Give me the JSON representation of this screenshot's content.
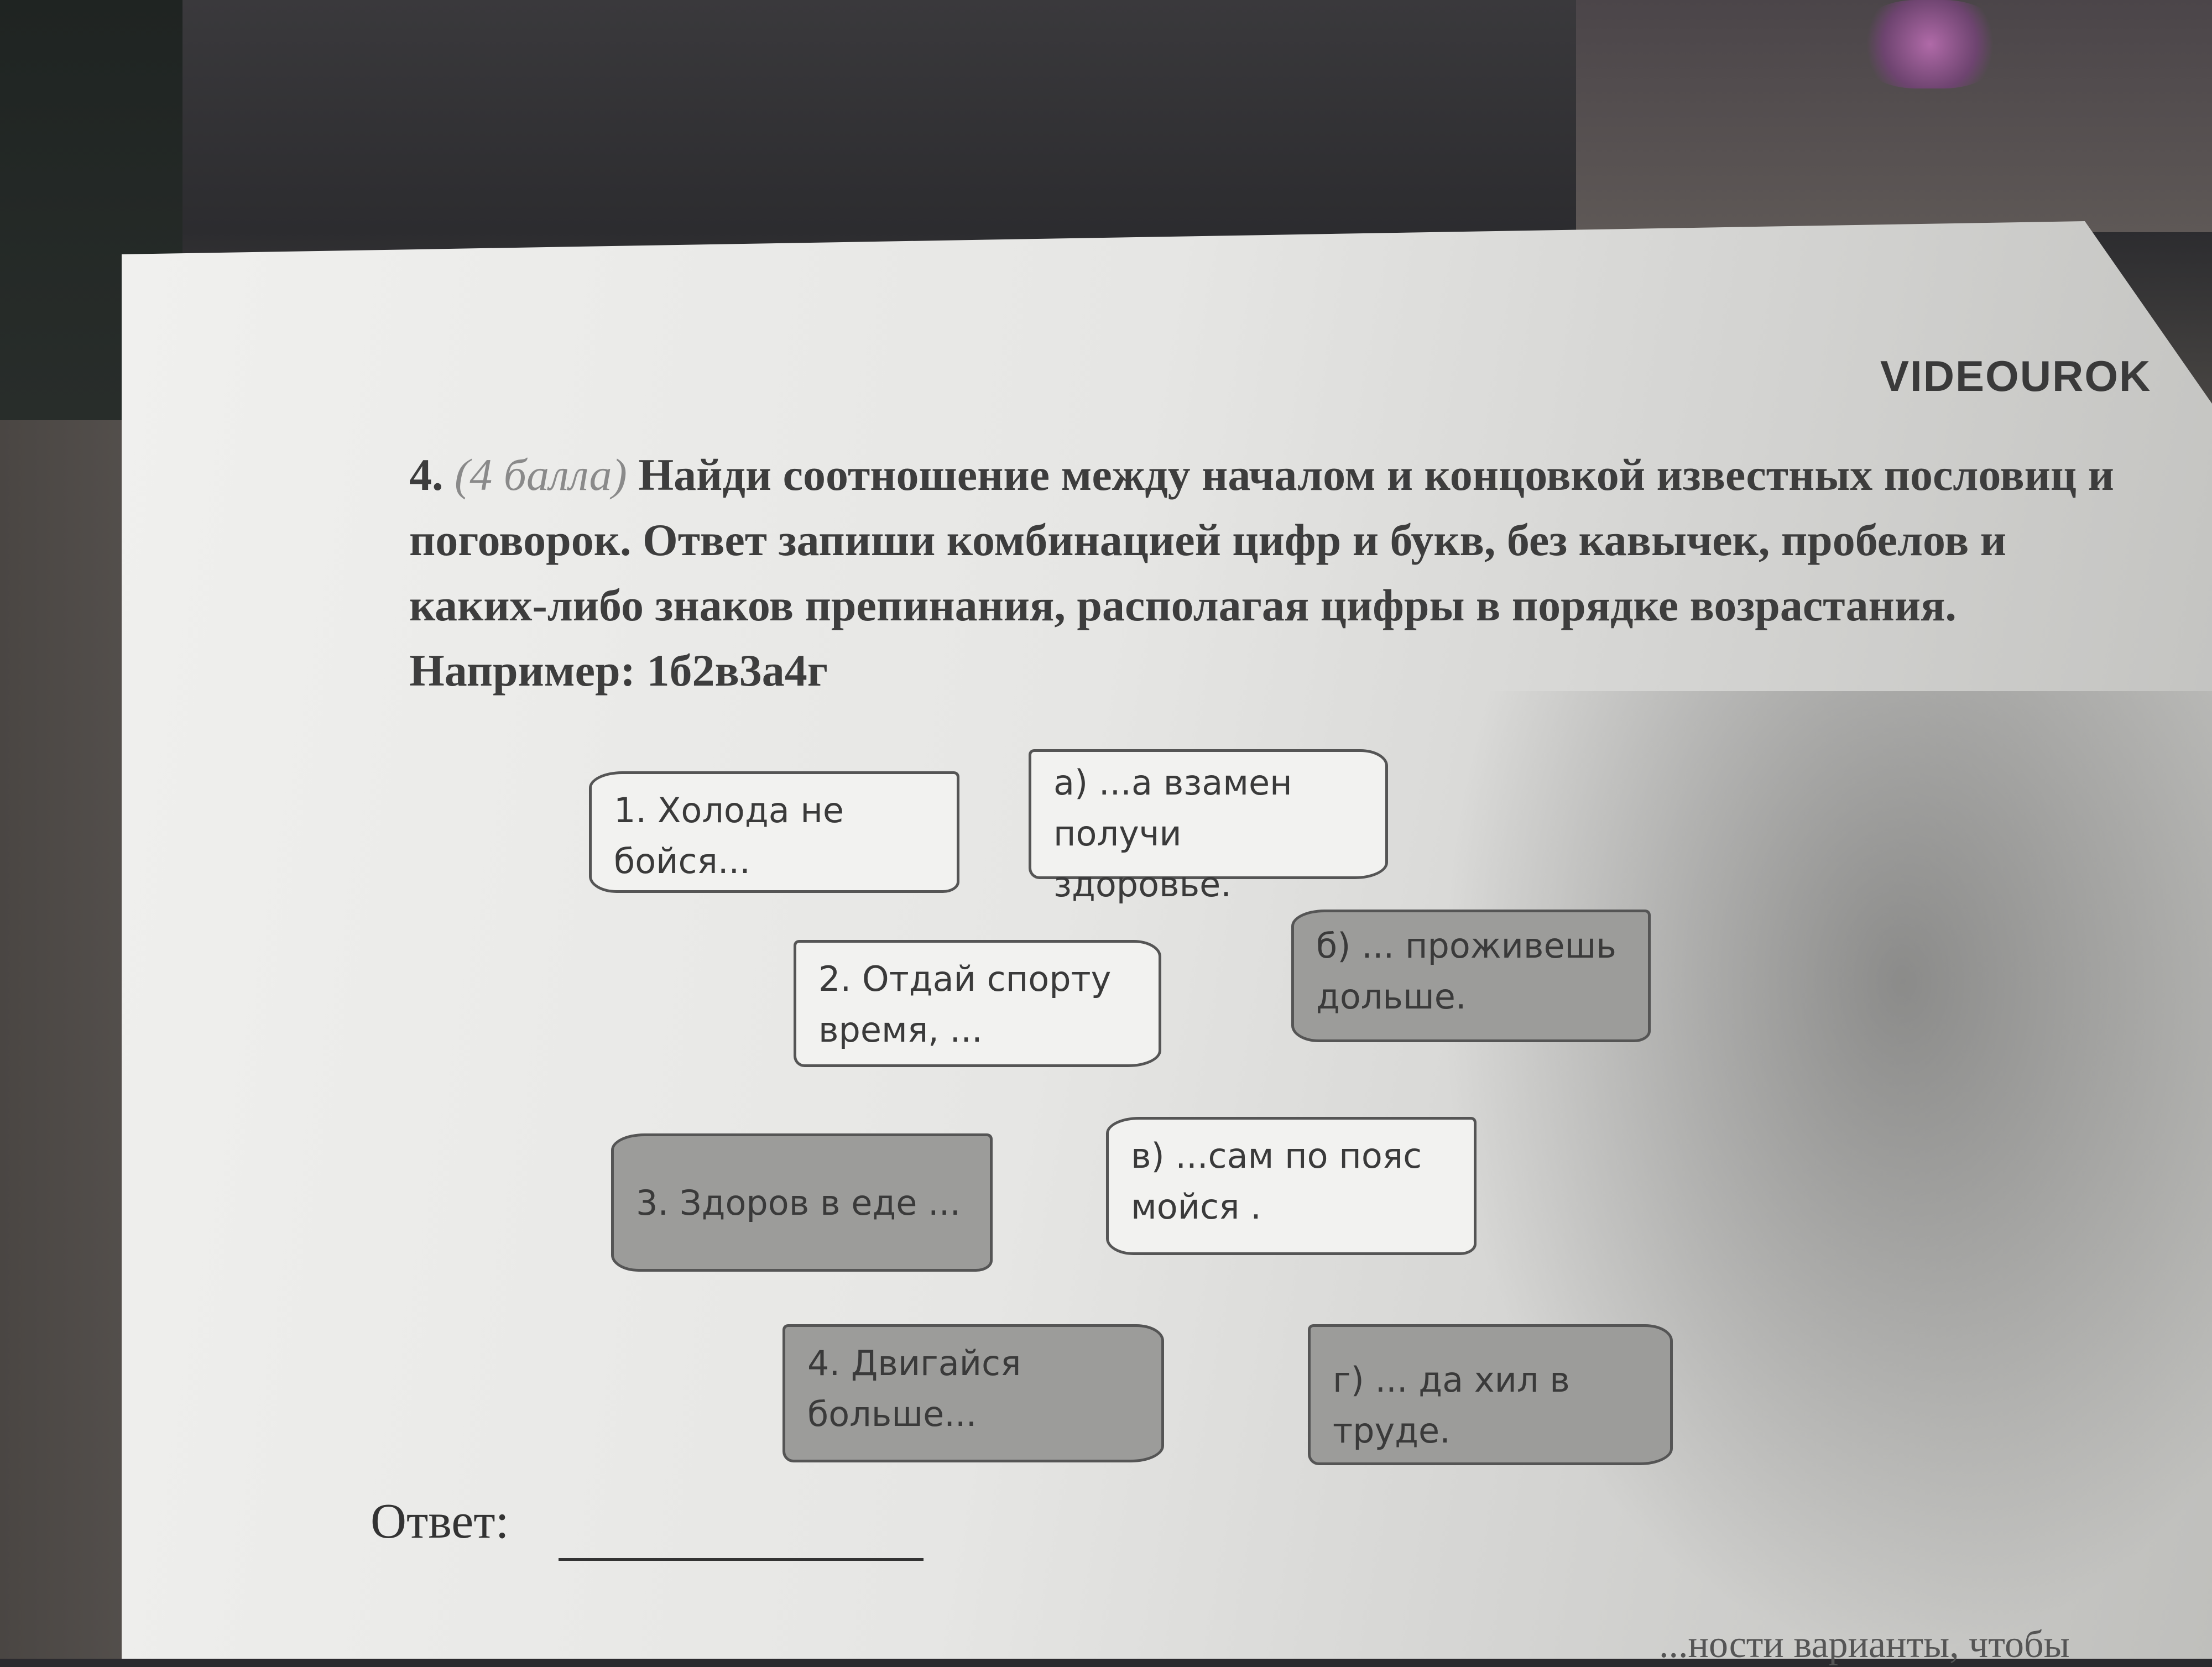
{
  "watermark": "VIDEOUROK",
  "task": {
    "number": "4.",
    "points": "(4 балла)",
    "text": "Найди соотношение между началом и концовкой известных пословиц и поговорок. Ответ запиши комбинацией цифр и букв, без кавычек, пробелов и каких-либо знаков препинания, располагая цифры в порядке возрастания. Например: 1б2в3а4г"
  },
  "cards": {
    "c1": "1. Холода не бойся...",
    "c2": "2. Отдай спорту время, ...",
    "c3": "3. Здоров в еде ...",
    "c4": "4. Двигайся больше...",
    "ca": "а) ...а взамен получи здоровье.",
    "cb": "б) ... проживешь дольше.",
    "cv": "в) ...сам по пояс мойся .",
    "cg": "г) ... да хил в труде."
  },
  "answer_label": "Ответ:",
  "bottom_fragment": "...ности варианты, чтобы"
}
